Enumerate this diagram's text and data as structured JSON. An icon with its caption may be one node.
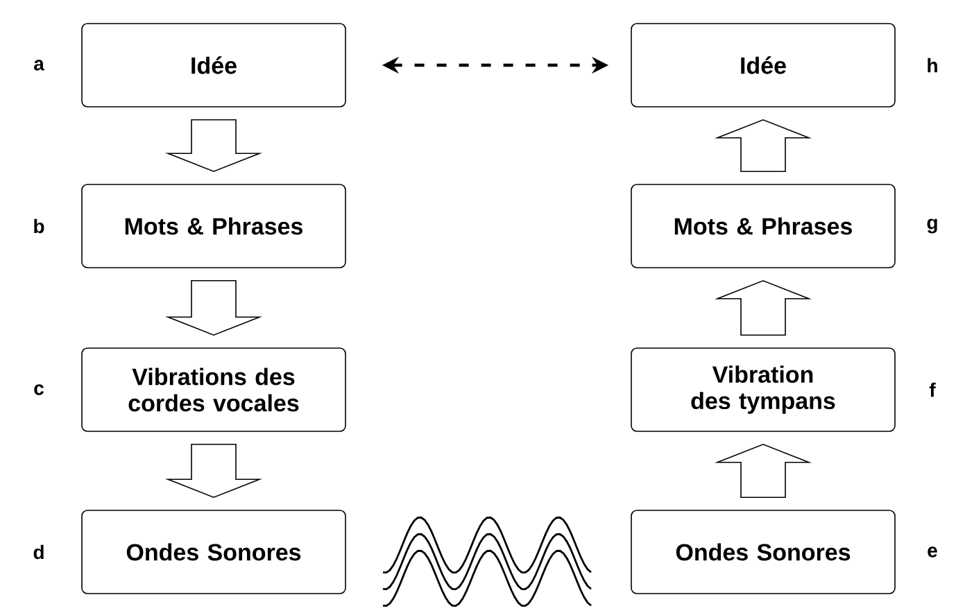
{
  "diagram": {
    "nodes": [
      {
        "text": [
          "Idée"
        ],
        "beside": [
          "a"
        ]
      },
      {
        "text": [
          "Mots & Phrases"
        ],
        "beside": [
          "b"
        ]
      },
      {
        "text": [
          "Vibrations des cordes vocales"
        ],
        "beside": [
          "c"
        ]
      },
      {
        "text": [
          "Ondes Sonores"
        ],
        "beside": [
          "d"
        ]
      },
      {
        "text": [
          "Idée"
        ],
        "beside": [
          "h"
        ]
      },
      {
        "text": [
          "Mots & Phrases"
        ],
        "beside": [
          "g"
        ]
      },
      {
        "text": [
          "Vibration des tympans"
        ],
        "beside": [
          "f"
        ]
      },
      {
        "text": [
          "Ondes Sonores"
        ],
        "beside": [
          "e"
        ]
      }
    ],
    "edges": [
      {
        "from": 0,
        "to": 1,
        "arrow": "to"
      },
      {
        "from": 1,
        "to": 2,
        "arrow": "to"
      },
      {
        "from": 2,
        "to": 3,
        "arrow": "to"
      },
      {
        "from": 7,
        "to": 6,
        "arrow": "to"
      },
      {
        "from": 6,
        "to": 5,
        "arrow": "to"
      },
      {
        "from": 5,
        "to": 4,
        "arrow": "to"
      },
      {
        "from": 0,
        "to": 4,
        "arrow": "both",
        "style": "dashed"
      }
    ]
  }
}
